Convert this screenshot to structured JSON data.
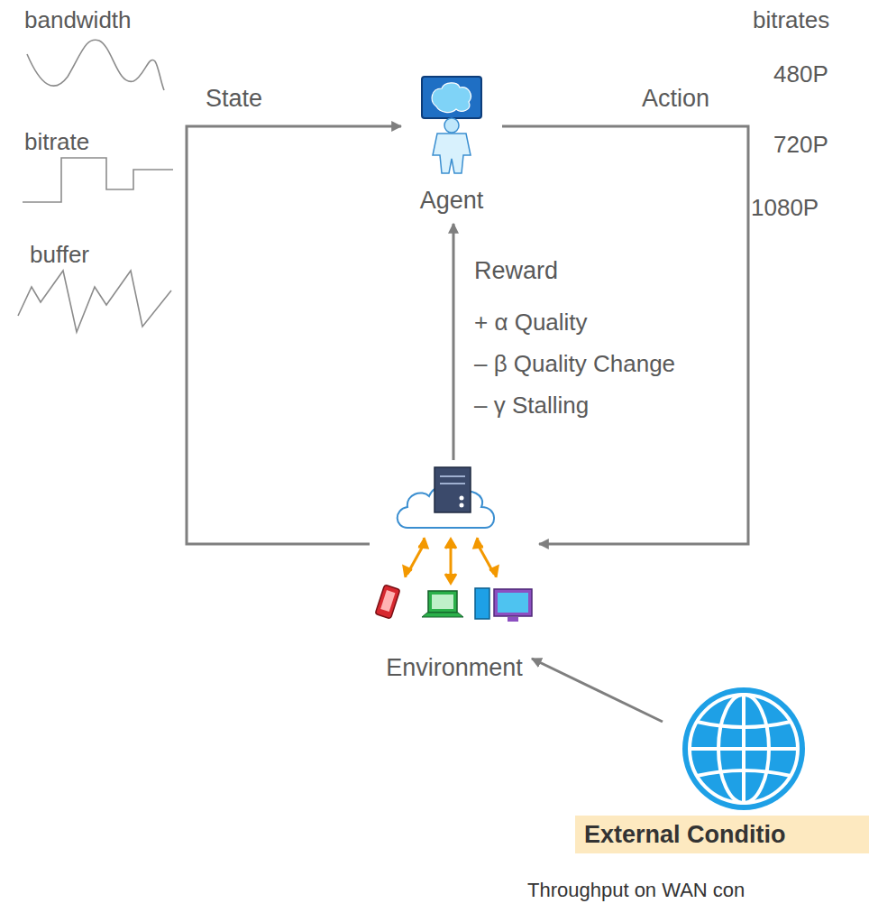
{
  "diagram": {
    "nodes": [
      {
        "text": [
          "Agent"
        ]
      },
      {
        "text": [
          "Environment"
        ]
      },
      {
        "text": [
          "External Conditio",
          "Throughput on WAN con"
        ]
      }
    ],
    "edges": [
      {
        "from": 1,
        "to": 0,
        "arrow": "to",
        "label": "Reward"
      },
      {
        "from": 1,
        "to": 0,
        "arrow": "to",
        "label": "State"
      },
      {
        "from": 0,
        "to": 1,
        "arrow": "to",
        "label": "Action"
      },
      {
        "from": 2,
        "to": 1,
        "arrow": "to"
      }
    ],
    "labels": [
      "bandwidth",
      "bitrate",
      "buffer",
      "bitrates",
      "480P",
      "720P",
      "1080P",
      "+ α Quality",
      "– β Quality Change",
      "– γ Stalling"
    ]
  }
}
